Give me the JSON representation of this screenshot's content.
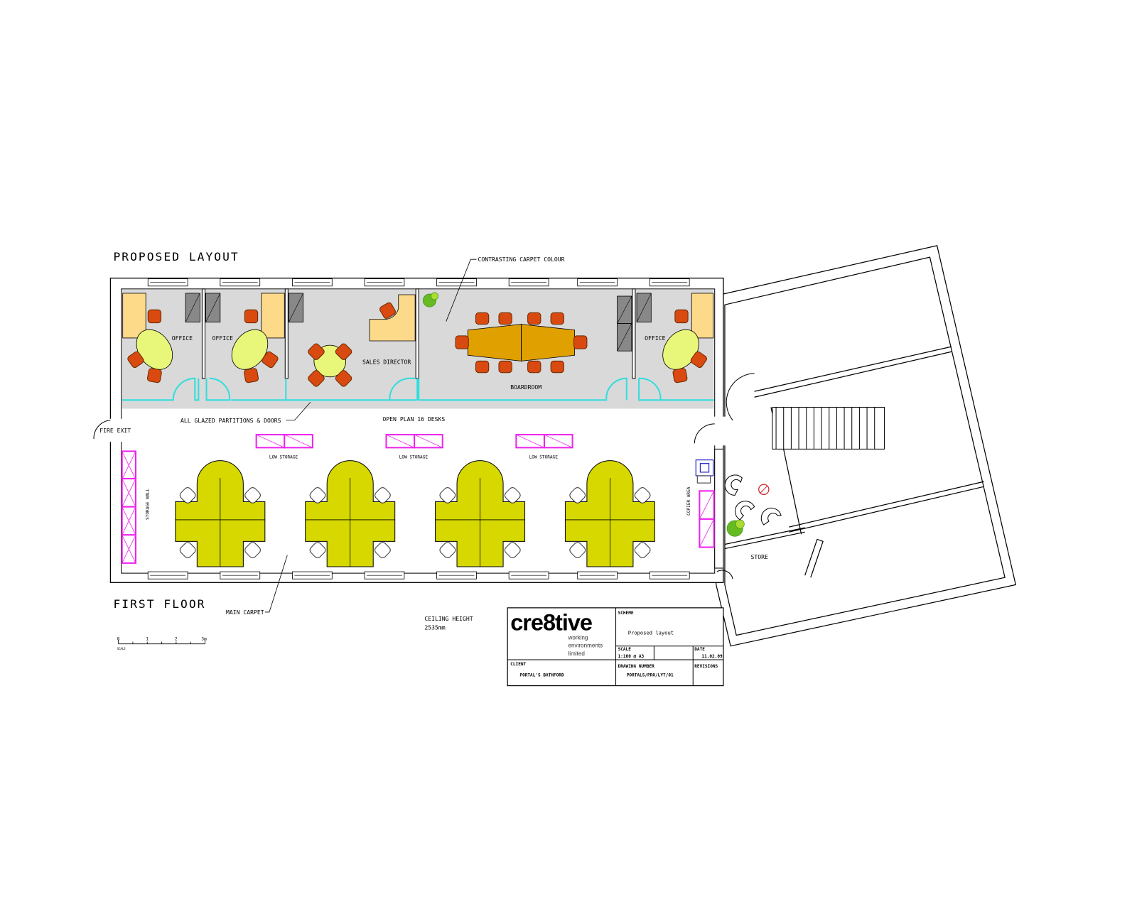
{
  "titles": {
    "proposed_layout": "PROPOSED LAYOUT",
    "first_floor": "FIRST FLOOR"
  },
  "rooms": {
    "office_1": "OFFICE",
    "office_2": "OFFICE",
    "office_3": "OFFICE",
    "sales_director": "SALES DIRECTOR",
    "boardroom": "BOARDROOM",
    "store": "STORE"
  },
  "annotations": {
    "contrasting_carpet": "CONTRASTING CARPET COLOUR",
    "glazed_partitions": "ALL GLAZED PARTITIONS & DOORS",
    "open_plan": "OPEN PLAN 16 DESKS",
    "fire_exit": "FIRE EXIT",
    "low_storage": [
      "LOW STORAGE",
      "LOW STORAGE",
      "LOW STORAGE"
    ],
    "storage_wall": "STORAGE WALL",
    "copier_area": "COPIER AREA",
    "main_carpet": "MAIN CARPET",
    "ceiling_height_label": "CEILING HEIGHT",
    "ceiling_height_value": "2535mm"
  },
  "scale_bar": {
    "ticks": [
      "0",
      "1",
      "2",
      "3m"
    ],
    "label": "SCALE"
  },
  "title_block": {
    "logo": "cre8tive",
    "logo_sub": [
      "working",
      "environments",
      "limited"
    ],
    "scheme_label": "SCHEME",
    "scheme_value": "Proposed layout",
    "scale_label": "SCALE",
    "scale_value": "1:100 @ A3",
    "date_label": "DATE",
    "date_value": "11.02.09",
    "client_label": "CLIENT",
    "client_value": "PORTAL'S BATHFORD",
    "drawing_number_label": "DRAWING NUMBER",
    "drawing_number_value": "PORTALS/PRO/LYT/01",
    "revisions_label": "REVISIONS"
  },
  "colors": {
    "carpet": "#d9d9d9",
    "glazing": "#33dddd",
    "chair": "#d94a10",
    "desk": "#fdd98a",
    "round_table": "#e8f77a",
    "boardroom_table": "#e0a000",
    "workstation": "#d6d800",
    "storage": "#ee22ee",
    "cabinet": "#888888"
  }
}
